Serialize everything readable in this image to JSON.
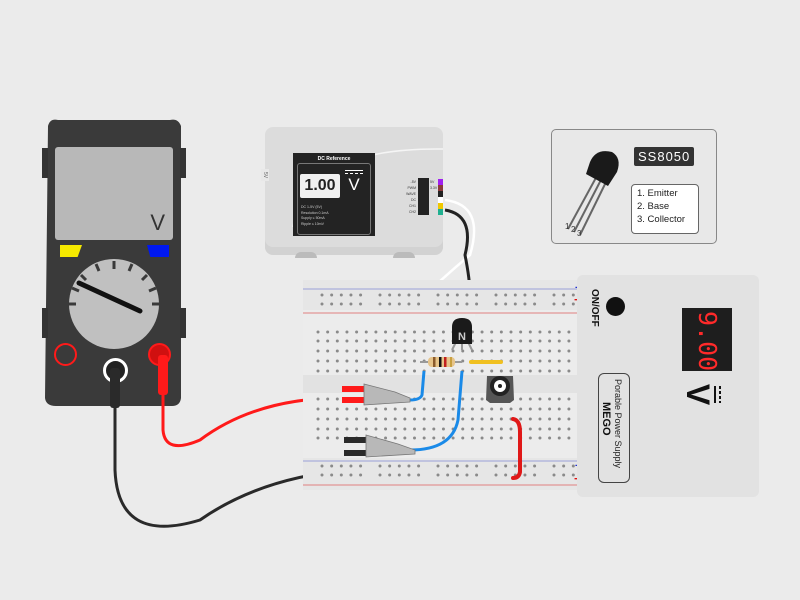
{
  "multimeter": {
    "unit_label": "V",
    "reading": "",
    "dial_position": "DC Voltage",
    "colors": {
      "body": "#3a3a3a",
      "screen": "#b8b8b8",
      "left_button": "#f5e900",
      "right_button": "#0018f0",
      "probe_red": "#ff1a1a",
      "probe_black": "#2a2a2a"
    }
  },
  "dc_reference": {
    "title": "DC Reference",
    "value": "1.00",
    "unit": "V",
    "specs": [
      "DC 1-5V (5V)",
      "Resolution 0.1mA",
      "Supply ≤ 50mA",
      "Ripple ≤ 10mV"
    ],
    "pins_left": [
      "-5V",
      "PWM",
      "WAVE",
      "DC",
      "CH1",
      "CH2"
    ],
    "pins_right": [
      "5V",
      "3.3V"
    ],
    "side_label": "5V"
  },
  "transistor_card": {
    "part_number": "SS8050",
    "pins": [
      "1. Emitter",
      "2. Base",
      "3. Collector"
    ],
    "pin_numbers": [
      "1",
      "2",
      "3"
    ]
  },
  "breadboard": {
    "transistor_label": "N",
    "rail_minus": "−",
    "rail_plus": "+"
  },
  "power_supply": {
    "display_value": "9.00",
    "unit": "V",
    "switch_label": "ON/OFF",
    "title": "Porable Power Supply",
    "brand": "MEGO",
    "rail_minus": "−",
    "rail_plus": "+",
    "display_color": "#ff2a2a"
  }
}
